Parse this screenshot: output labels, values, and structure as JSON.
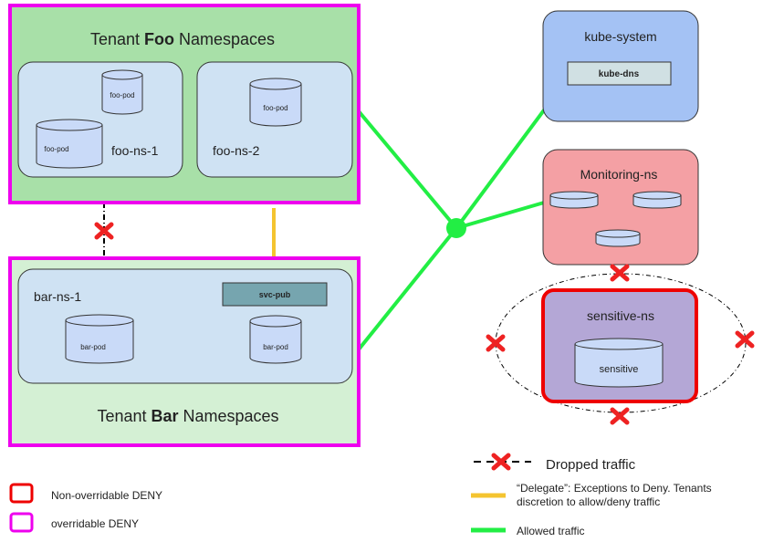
{
  "tenant_foo": {
    "title_pre": "Tenant ",
    "title_bold": "Foo",
    "title_post": " Namespaces",
    "ns1_label": "foo-ns-1",
    "ns2_label": "foo-ns-2",
    "ns1_pods": [
      "foo-pod",
      "foo-pod"
    ],
    "ns2_pod": "foo-pod"
  },
  "tenant_bar": {
    "title_pre": "Tenant ",
    "title_bold": "Bar",
    "title_post": " Namespaces",
    "ns1_label": "bar-ns-1",
    "service": "svc-pub",
    "pods": [
      "bar-pod",
      "bar-pod"
    ]
  },
  "kube_system": {
    "title": "kube-system",
    "service": "kube-dns"
  },
  "monitoring": {
    "title": "Monitoring-ns"
  },
  "sensitive": {
    "title": "sensitive-ns",
    "pod": "sensitive"
  },
  "legend": {
    "non_overridable": "Non-overridable DENY",
    "overridable": "overridable DENY",
    "dropped": "Dropped traffic",
    "delegate_line1": "“Delegate”: Exceptions to Deny. Tenants",
    "delegate_line2": "discretion to allow/deny traffic",
    "allowed": "Allowed traffic"
  },
  "colors": {
    "overridable_border": "#ee00ee",
    "non_overridable_border": "#ee0000",
    "allowed": "#22ee44",
    "delegate": "#f4c430",
    "deny_x": "#ee2222",
    "foo_fill": "#a8e0a8",
    "bar_fill": "#d4f0d4",
    "ns_fill": "#cfe2f3",
    "kube_fill": "#a4c2f4",
    "monitoring_fill": "#f4a0a4",
    "sensitive_fill": "#b4a7d6"
  }
}
